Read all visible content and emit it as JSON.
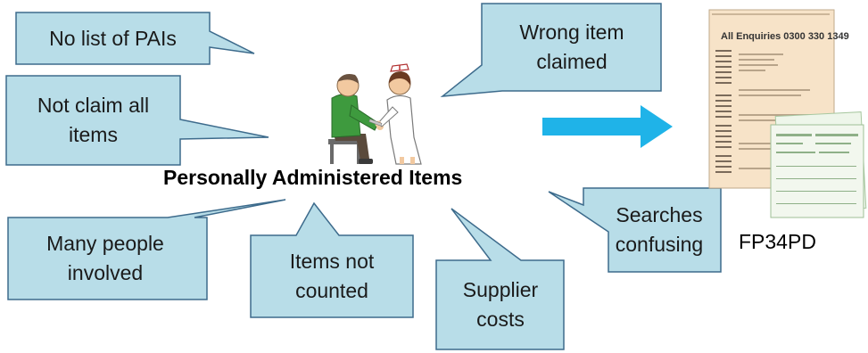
{
  "center_label": "Personally Administered Items",
  "form_label": "FP34PD",
  "callouts": {
    "no_list": "No list of PAIs",
    "not_claim": "Not claim all items",
    "wrong_item": "Wrong item claimed",
    "many_people": "Many people involved",
    "not_counted": "Items not counted",
    "supplier_costs": "Supplier costs",
    "searches": "Searches confusing"
  },
  "form_document": {
    "heading": "All Enquiries 0300 330 1349"
  },
  "colors": {
    "callout_fill": "#b8dde8",
    "callout_stroke": "#3d6b8c",
    "arrow": "#1fb3e8",
    "form_paper": "#f7e3c8"
  },
  "icons": {
    "illustration": "nurse-giving-injection",
    "arrow": "right-arrow-icon",
    "document": "fp34pd-form-image"
  }
}
